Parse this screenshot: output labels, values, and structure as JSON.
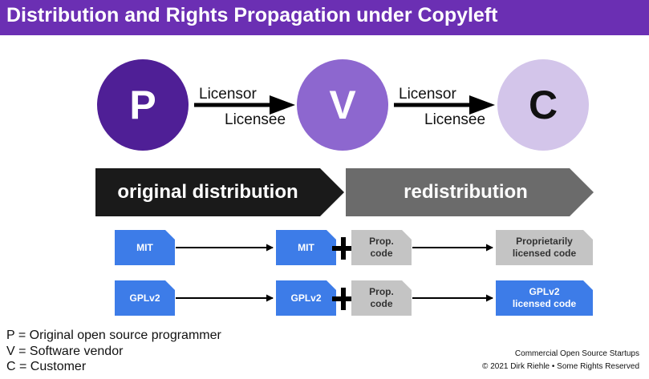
{
  "title": "Distribution and Rights Propagation under Copyleft",
  "parties": [
    {
      "letter": "P",
      "color": "#4f1f96"
    },
    {
      "letter": "V",
      "color": "#8d67cf"
    },
    {
      "letter": "C",
      "color": "#d3c5ea"
    }
  ],
  "links": [
    {
      "licensor": "Licensor",
      "licensee": "Licensee"
    },
    {
      "licensor": "Licensor",
      "licensee": "Licensee"
    }
  ],
  "phases": {
    "original": "original distribution",
    "redistribution": "redistribution"
  },
  "rows": [
    {
      "source": "MIT",
      "vendor": "MIT",
      "added_line1": "Prop.",
      "added_line2": "code",
      "result_line1": "Proprietarily",
      "result_line2": "licensed code"
    },
    {
      "source": "GPLv2",
      "vendor": "GPLv2",
      "added_line1": "Prop.",
      "added_line2": "code",
      "result_line1": "GPLv2",
      "result_line2": "licensed code"
    }
  ],
  "legend": [
    "P = Original open source programmer",
    "V = Software vendor",
    "C = Customer"
  ],
  "credits": {
    "line1": "Commercial Open Source Startups",
    "line2": "© 2021 Dirk Riehle • Some Rights Reserved"
  },
  "colors": {
    "title_bar": "#6b2fb3",
    "license_blue": "#3d7ce8",
    "prop_gray": "#c4c4c4",
    "banner_dark": "#1a1a1a",
    "banner_gray": "#6b6b6b"
  }
}
